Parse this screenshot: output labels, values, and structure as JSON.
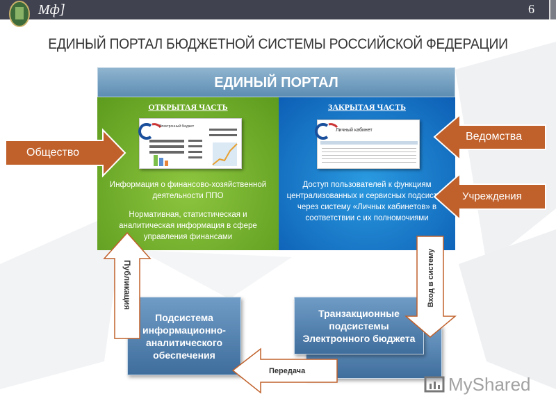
{
  "header": {
    "logo_text": "Мф]",
    "slide_number": "6"
  },
  "title": "ЕДИНЫЙ ПОРТАЛ БЮДЖЕТНОЙ СИСТЕМЫ РОССИЙСКОЙ ФЕДЕРАЦИИ",
  "portal": {
    "heading": "ЕДИНЫЙ ПОРТАЛ",
    "open": {
      "heading": "ОТКРЫТАЯ ЧАСТЬ",
      "screenshot_title": "Электронный бюджет",
      "text1": "Информация о финансово-хозяйственной деятельности ППО",
      "text2": "Нормативная, статистическая и аналитическая информация в сфере управления финансами"
    },
    "closed": {
      "heading": "ЗАКРЫТАЯ ЧАСТЬ",
      "screenshot_title": "Личный кабинет",
      "text": "Доступ пользователей к функциям централизованных и сервисных подсистем через систему «Личных кабинетов» в соответствии с их полномочиями"
    }
  },
  "arrows": {
    "society": "Общество",
    "departments": "Ведомства",
    "institutions": "Учреждения",
    "publication": "Публикация",
    "login": "Вход в систему",
    "transfer": "Передача"
  },
  "boxes": {
    "analytics": "Подсистема информационно-аналитического обеспечения",
    "transactional": "Транзакционные подсистемы Электронного бюджета"
  },
  "watermark": "MyShared",
  "colors": {
    "header": "#40424f",
    "green": "#7ab932",
    "blue": "#1a7fd0",
    "orange_arrow": "#c0602a",
    "box": "#5583b2"
  }
}
